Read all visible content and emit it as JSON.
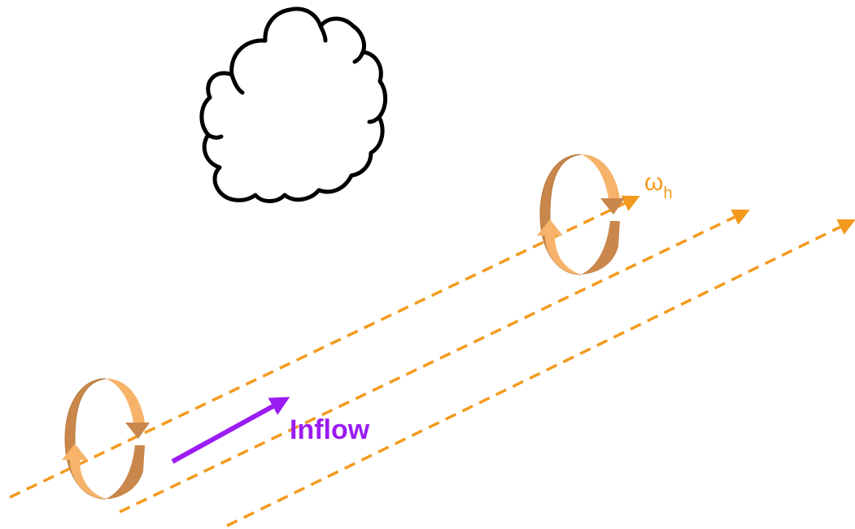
{
  "labels": {
    "inflow": "Inflow",
    "omega_symbol": "ω",
    "omega_subscript": "h"
  },
  "colors": {
    "streamline": "#f39a1e",
    "vortex_light": "#f6b369",
    "vortex_dark": "#c9874c",
    "inflow_arrow": "#9b1cf3",
    "cloud_stroke": "#000000"
  },
  "elements": {
    "cloud": "cloud-outline",
    "vortex_tubes": 2,
    "streamlines": 3
  }
}
